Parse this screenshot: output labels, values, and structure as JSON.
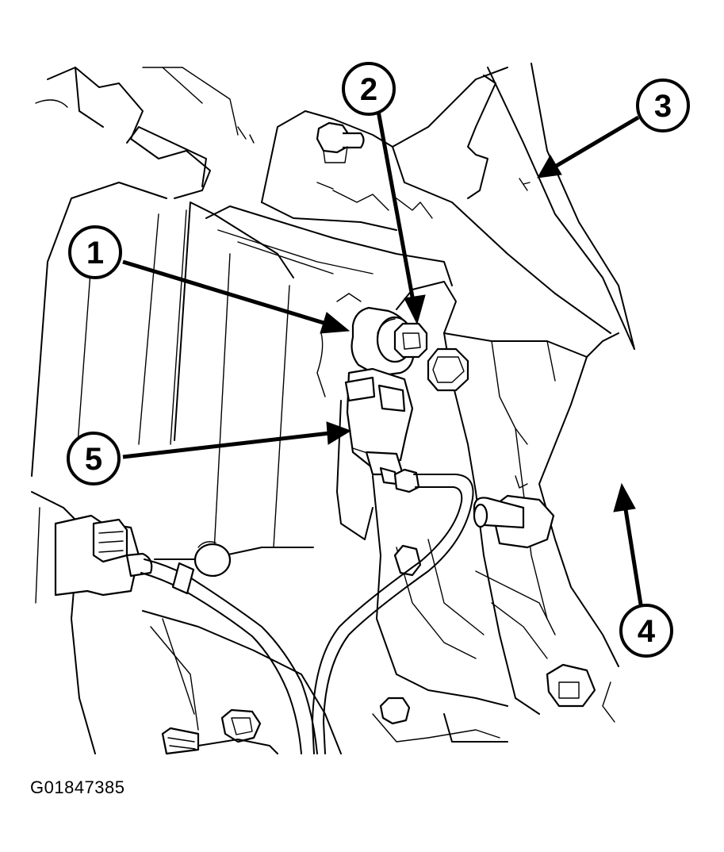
{
  "figure_id": "G01847385",
  "callouts": [
    {
      "number": "1"
    },
    {
      "number": "2"
    },
    {
      "number": "3"
    },
    {
      "number": "4"
    },
    {
      "number": "5"
    }
  ]
}
